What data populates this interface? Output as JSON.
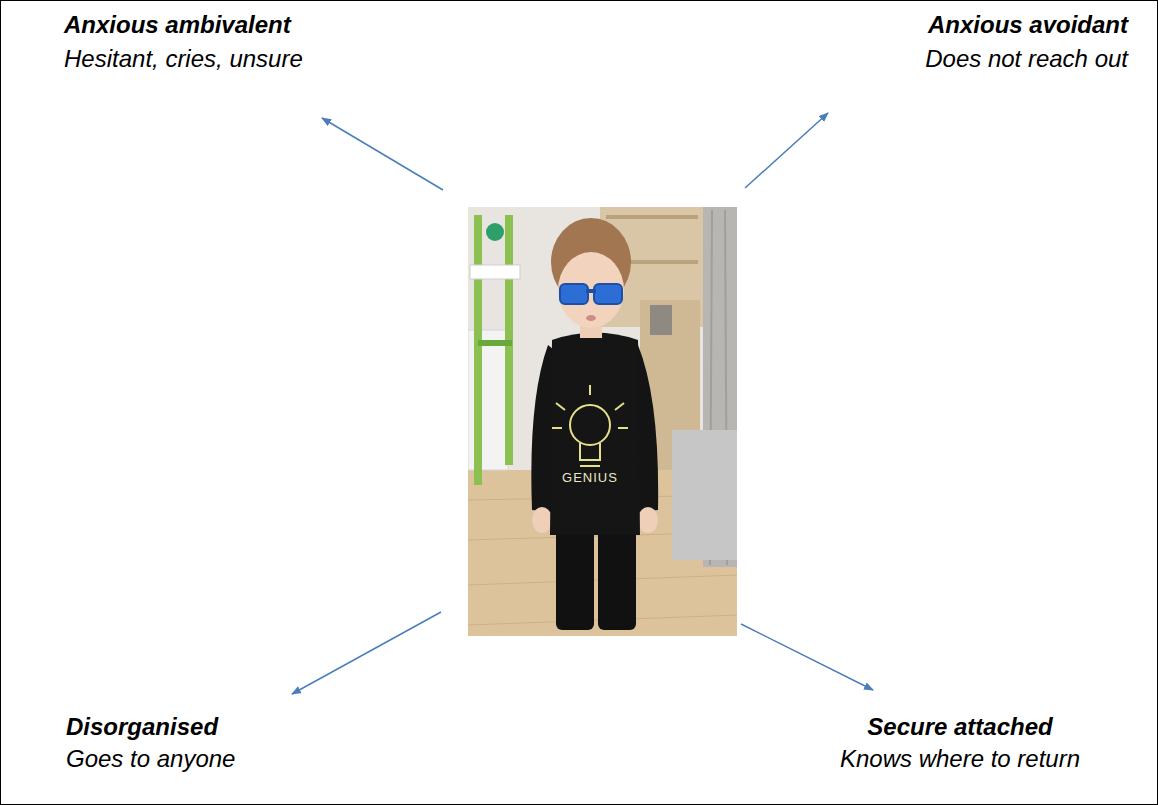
{
  "diagram": {
    "labels": [
      "Anxious ambivalent",
      "Hesitant, cries, unsure",
      "Anxious avoidant",
      "Does not reach out",
      "Disorganised",
      "Goes to anyone",
      "Secure attached",
      "Knows where to return",
      "GENIUS"
    ]
  }
}
